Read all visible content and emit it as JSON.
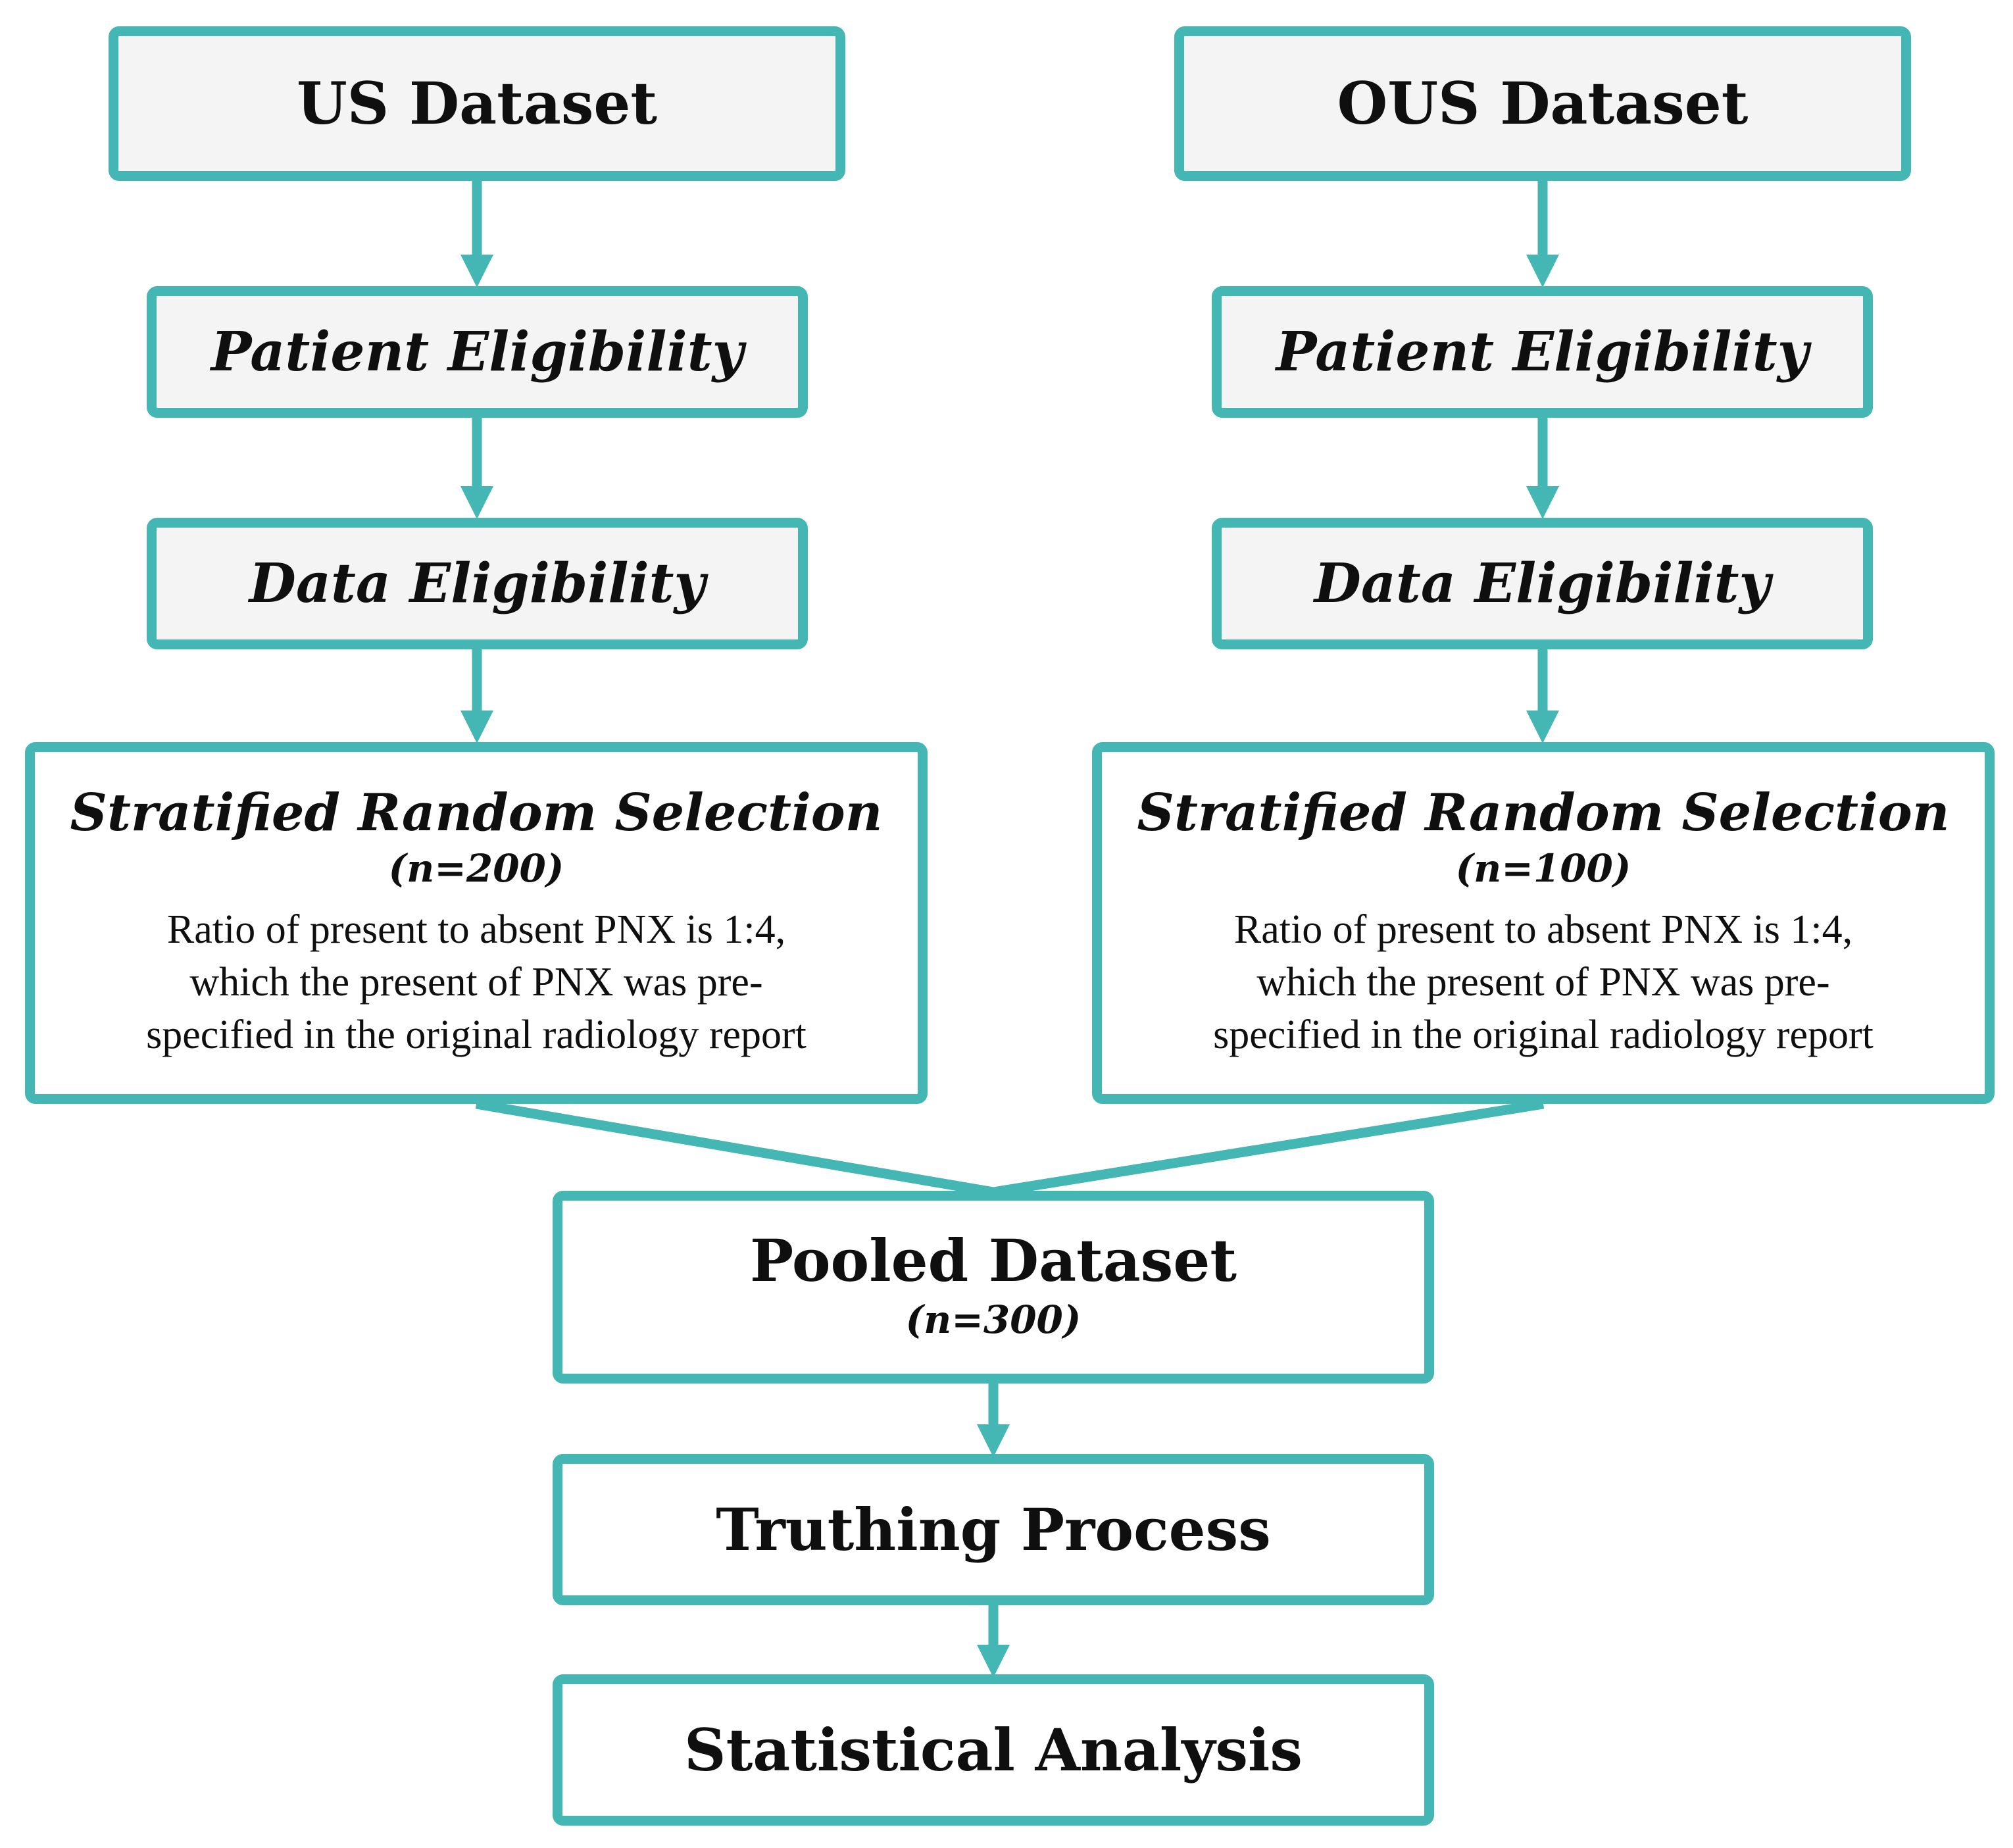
{
  "us_branch": {
    "dataset_title": "US Dataset",
    "patient_eligibility": "Patient Eligibility",
    "data_eligibility": "Data Eligibility",
    "selection_title": "Stratified Random Selection",
    "selection_count": "(n=200)",
    "selection_desc": [
      "Ratio of present to absent PNX is 1:4,",
      "which the present of PNX was pre-",
      "specified in the original radiology report"
    ]
  },
  "ous_branch": {
    "dataset_title": "OUS Dataset",
    "patient_eligibility": "Patient Eligibility",
    "data_eligibility": "Data Eligibility",
    "selection_title": "Stratified Random Selection",
    "selection_count": "(n=100)",
    "selection_desc": [
      "Ratio of present to absent PNX is 1:4,",
      "which the present of PNX was pre-",
      "specified in the original radiology report"
    ]
  },
  "pooled": {
    "title": "Pooled Dataset",
    "count": "(n=300)"
  },
  "truthing": {
    "title": "Truthing Process"
  },
  "statistical": {
    "title": "Statistical Analysis"
  },
  "colors": {
    "accent": "#44b6b4",
    "box_fill_grey": "#f4f4f4",
    "box_fill_white": "#ffffff",
    "text": "#0f0f0f"
  }
}
